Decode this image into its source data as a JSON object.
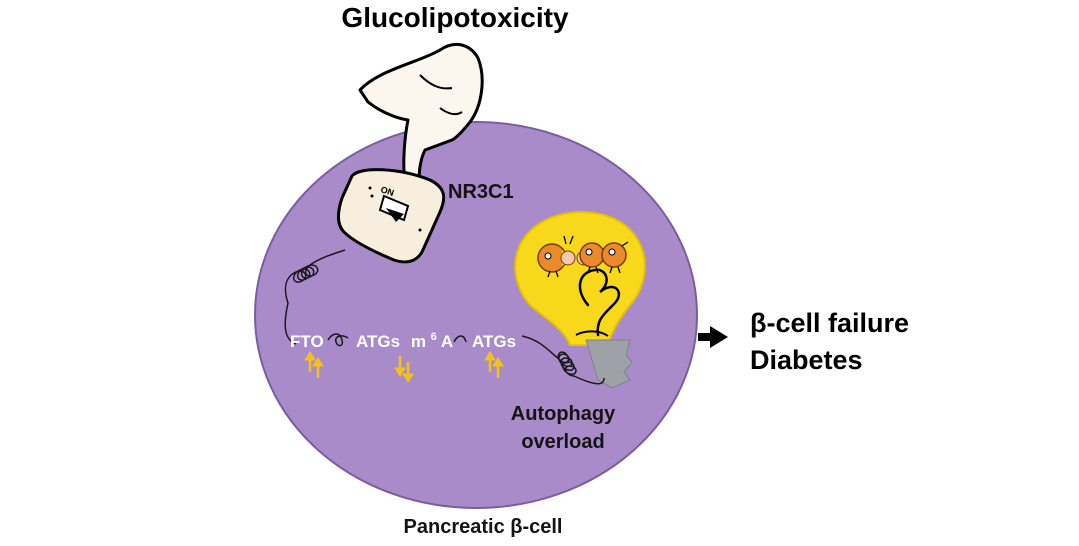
{
  "title": "Glucolipotoxicity",
  "switch": {
    "label": "NR3C1",
    "state_text": "ON"
  },
  "pathway": {
    "fto": {
      "label": "FTO",
      "arrow": "up"
    },
    "atgs_m6a": {
      "atgs_label": "ATGs",
      "m6a_base": "m",
      "m6a_sup": "6",
      "m6a_tail": "A",
      "arrow": "down"
    },
    "atgs": {
      "label": "ATGs",
      "arrow": "up"
    }
  },
  "autophagy": {
    "line1": "Autophagy",
    "line2": "overload"
  },
  "outcome": {
    "line1": "β-cell failure",
    "line2": "Diabetes"
  },
  "cell_label": "Pancreatic β-cell",
  "colors": {
    "cell": "#a98bca",
    "bulb": "#f8d81b",
    "arrows": "#f3c21a",
    "bulb_base": "#9ea2a8",
    "bug": "#ea8a2c"
  },
  "icons": [
    "hand-pointing-icon",
    "light-switch-icon",
    "light-bulb-icon",
    "autophagy-bugs-icon",
    "right-arrow-icon"
  ]
}
